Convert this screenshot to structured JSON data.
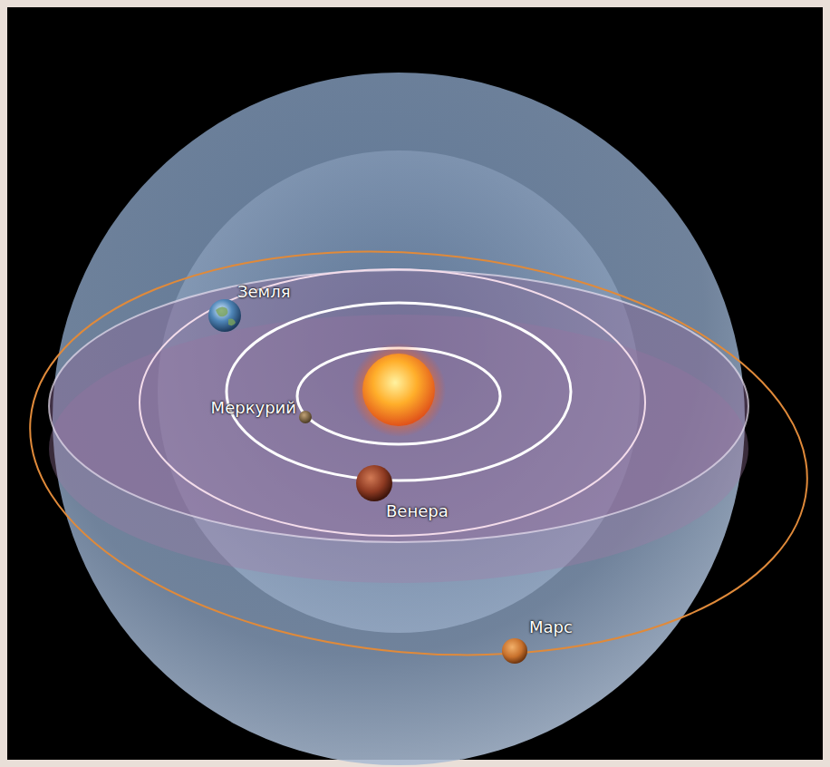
{
  "diagram": {
    "labels": [
      "Земля",
      "Меркурий",
      "Венера",
      "Марс"
    ]
  }
}
